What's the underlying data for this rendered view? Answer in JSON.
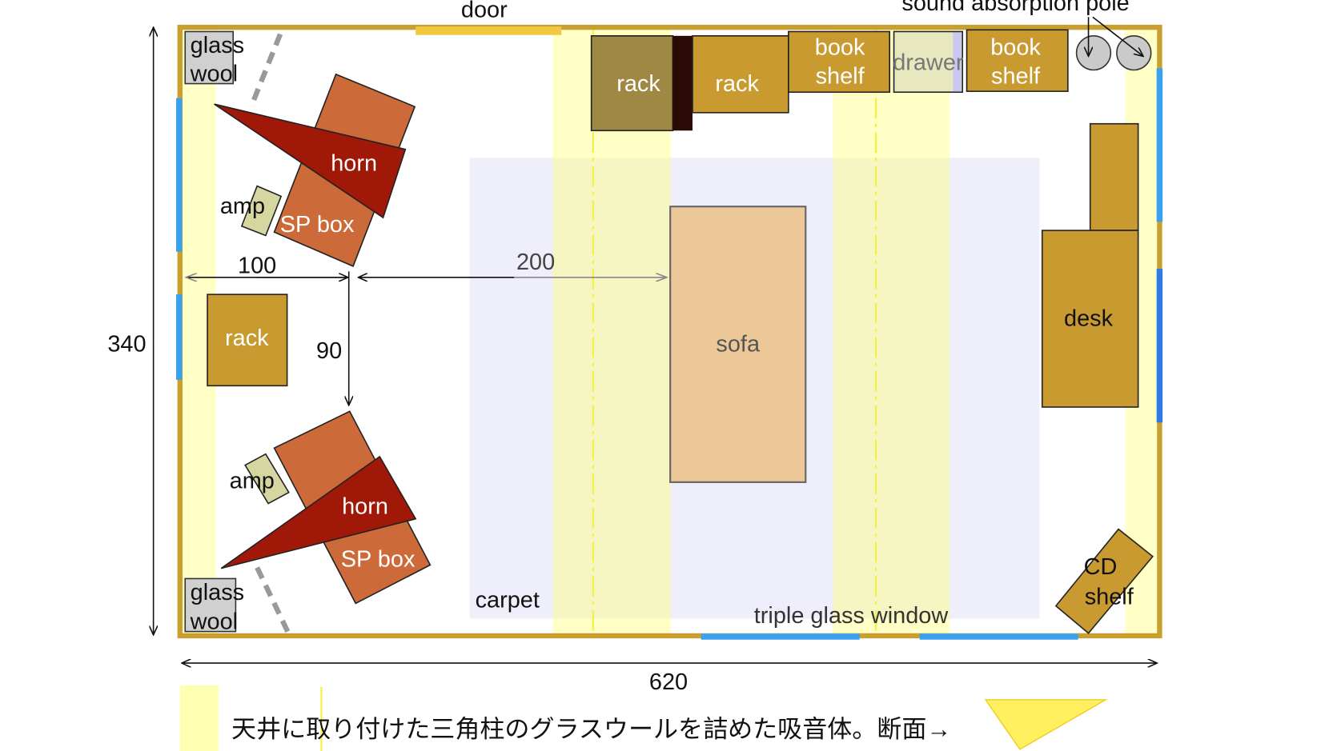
{
  "colors": {
    "wall": "#c9a030",
    "door": "#f2c840",
    "window": "#3aa0f0",
    "absorber": "#ffff90",
    "carpet": "#eeeffa",
    "sp_box": "#cc6a3a",
    "horn": "#a01808",
    "amp": "#d6d6a0",
    "rack_gold": "#c89a30",
    "rack_olive": "#9e8844",
    "sofa": "#ecc898"
  },
  "labels": {
    "door": "door",
    "sound_absorption_pole": "sound absorption pole",
    "glass_wool_1": "glass",
    "glass_wool_2": "wool",
    "horn": "horn",
    "sp_box": "SP box",
    "amp": "amp",
    "rack": "rack",
    "book_shelf_1": "book",
    "book_shelf_2": "shelf",
    "drawer": "drawer",
    "desk": "desk",
    "sofa": "sofa",
    "carpet": "carpet",
    "cd_shelf_1": "CD",
    "cd_shelf_2": "shelf",
    "triple_glass_window": "triple glass window"
  },
  "dimensions": {
    "width": "620",
    "height": "340",
    "speaker_to_wall": "100",
    "speaker_to_sofa": "200",
    "speaker_spacing": "90"
  },
  "legend": {
    "text": "天井に取り付けた三角柱のグラスウールを詰めた吸音体。断面→"
  }
}
